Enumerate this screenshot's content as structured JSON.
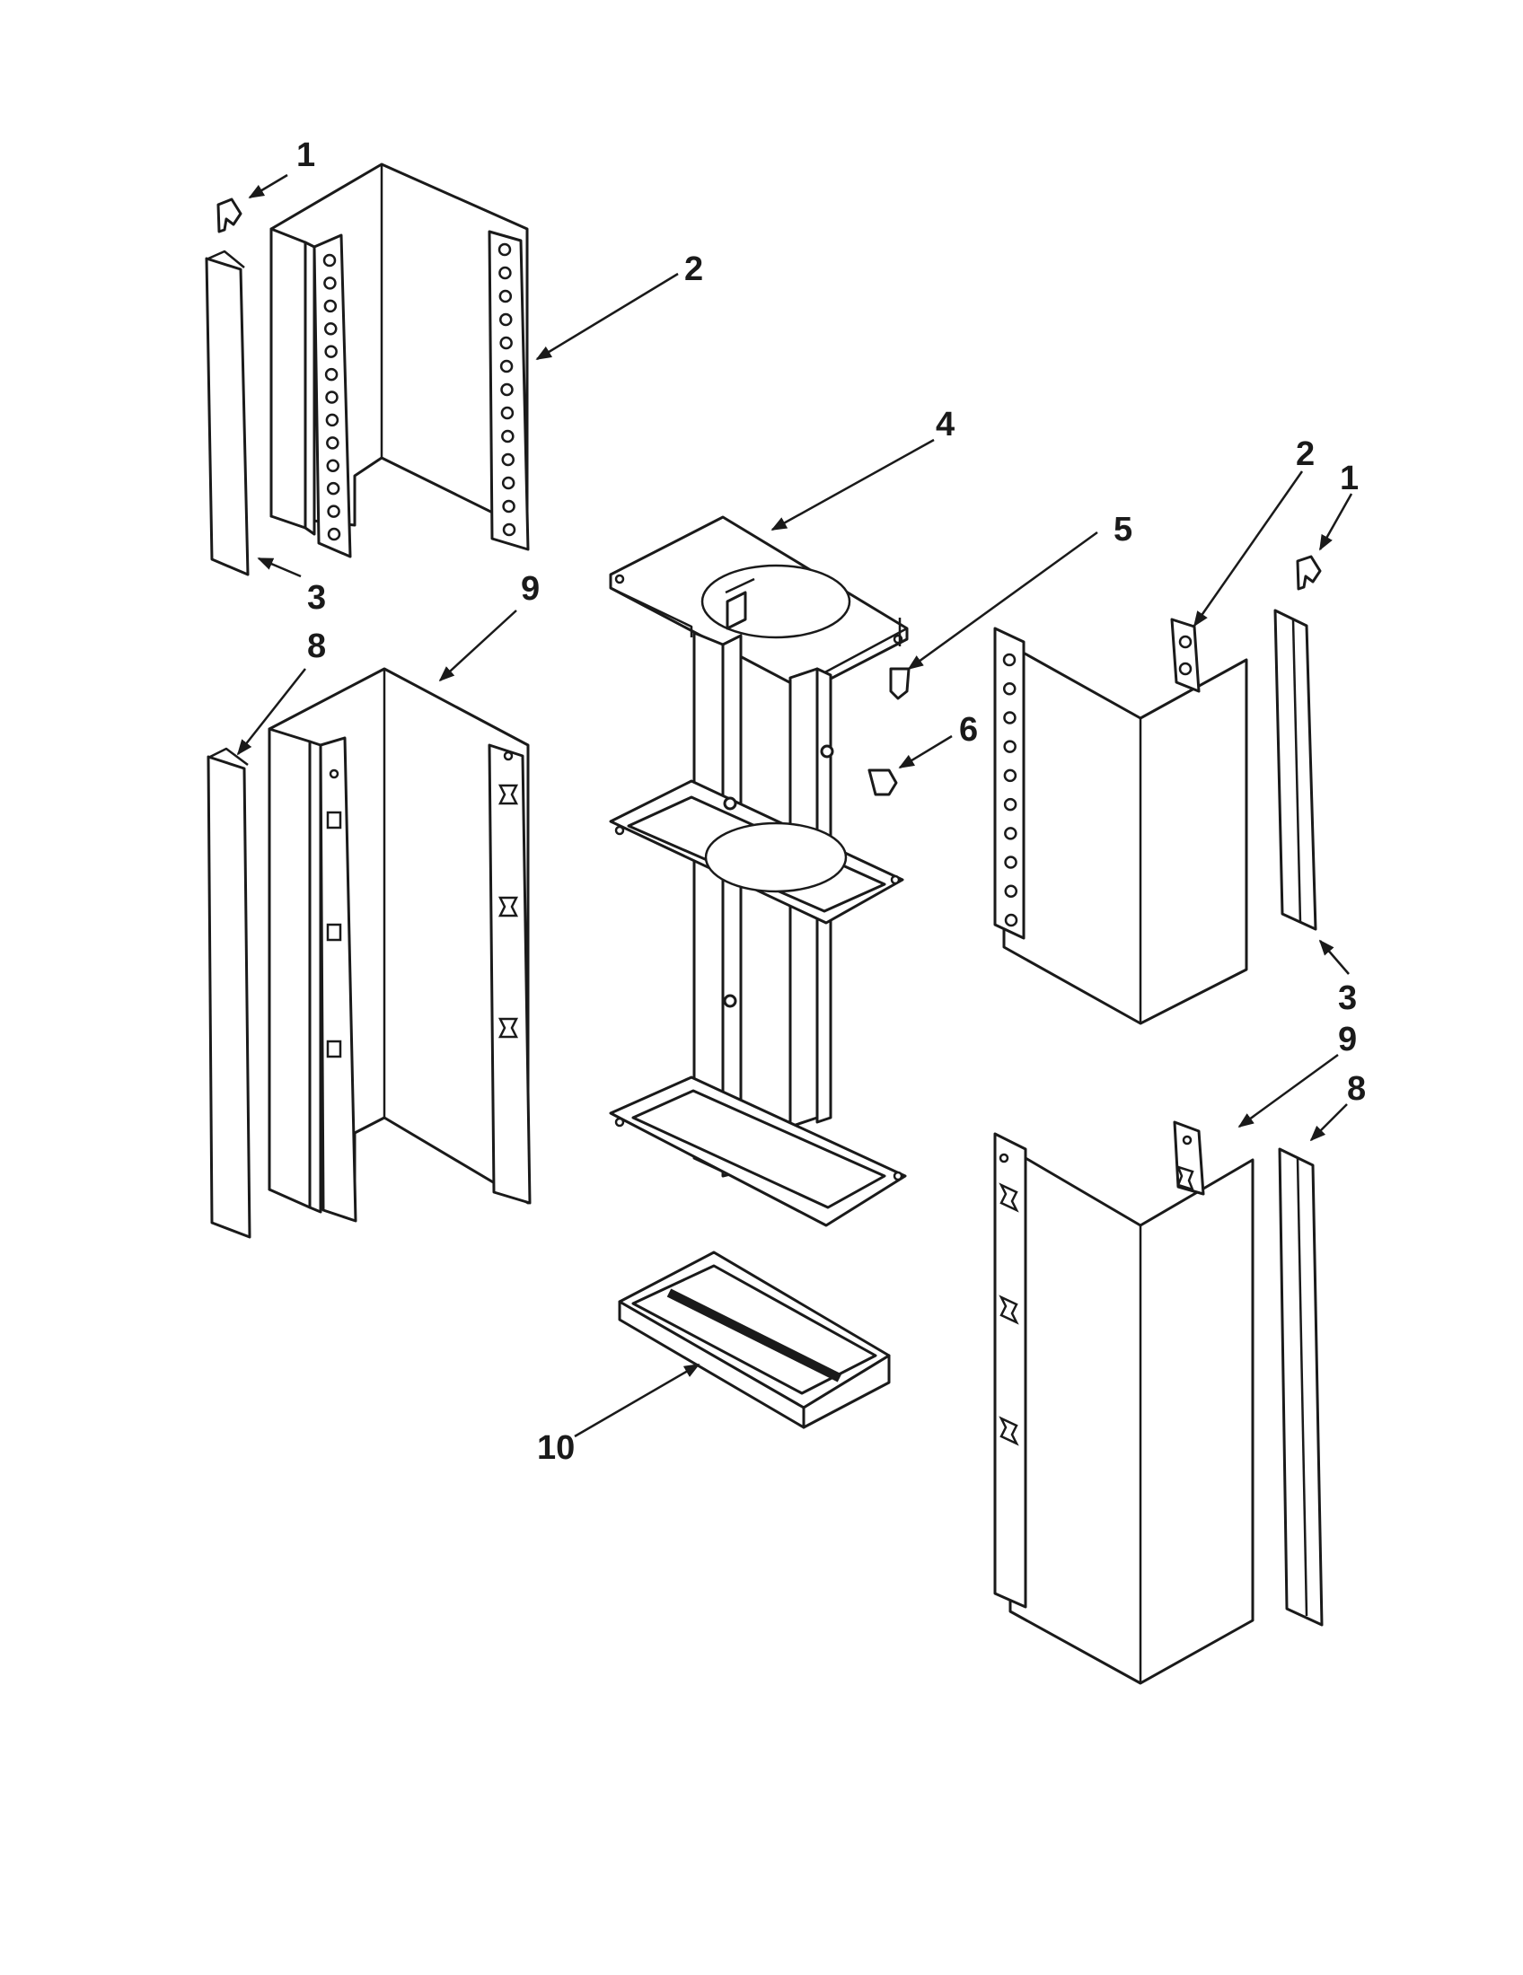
{
  "colors": {
    "ink": "#1a1a1a",
    "paper": "#ffffff"
  },
  "callouts": {
    "c1_left": "1",
    "c2_left": "2",
    "c3_left": "3",
    "c4": "4",
    "c5": "5",
    "c6": "6",
    "c8_left": "8",
    "c9_left": "9",
    "c10": "10",
    "c2_right": "2",
    "c1_right": "1",
    "c3_right": "3",
    "c9_right": "9",
    "c8_right": "8"
  }
}
